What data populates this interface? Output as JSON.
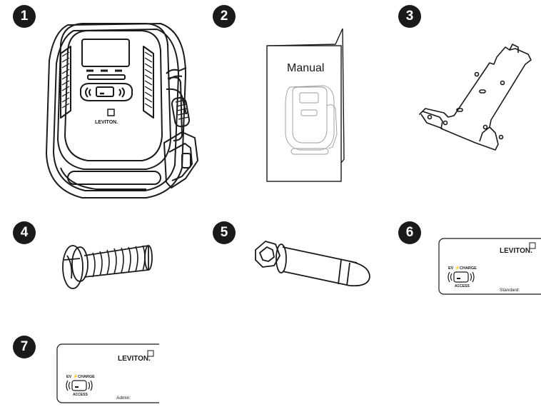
{
  "parts": [
    {
      "number": "1",
      "name": "charging-station"
    },
    {
      "number": "2",
      "name": "manual"
    },
    {
      "number": "3",
      "name": "mounting-bracket"
    },
    {
      "number": "4",
      "name": "screw"
    },
    {
      "number": "5",
      "name": "anchor-bolt"
    },
    {
      "number": "6",
      "name": "standard-access-card"
    },
    {
      "number": "7",
      "name": "admin-access-card"
    }
  ],
  "manual": {
    "title": "Manual"
  },
  "brand": {
    "logo_text": "LEVITON."
  },
  "cards": {
    "ev_charge": "EV",
    "charge_word": "CHARGE",
    "access": "ACCESS",
    "standard_label": "Standard:",
    "admin_label": "Admin:"
  },
  "colors": {
    "ink": "#1a1a1a",
    "paper": "#ffffff"
  }
}
